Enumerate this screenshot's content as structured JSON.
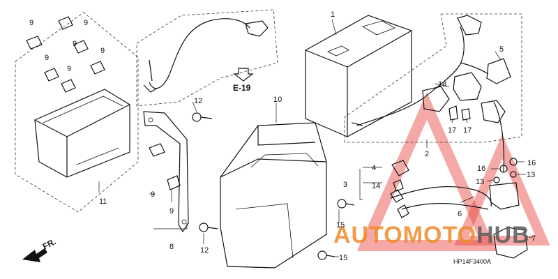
{
  "callouts": {
    "c1": "1",
    "c2": "2",
    "c3": "3",
    "c4": "4",
    "c5": "5",
    "c6": "6",
    "c7": "7",
    "c8": "8",
    "c9": "9",
    "c10": "10",
    "c11": "11",
    "c12": "12",
    "c13": "13",
    "c14": "14",
    "c15": "15",
    "c16": "16",
    "c17": "17",
    "c18": "18"
  },
  "reference": "E-19",
  "front_marker": "FR.",
  "diagram_code": "HP14F3400A",
  "watermark": {
    "text_orange": "AUTOMOTO",
    "text_dark": "HUB",
    "color_orange": "#f08a2a",
    "color_triangle": "#e8413a"
  }
}
